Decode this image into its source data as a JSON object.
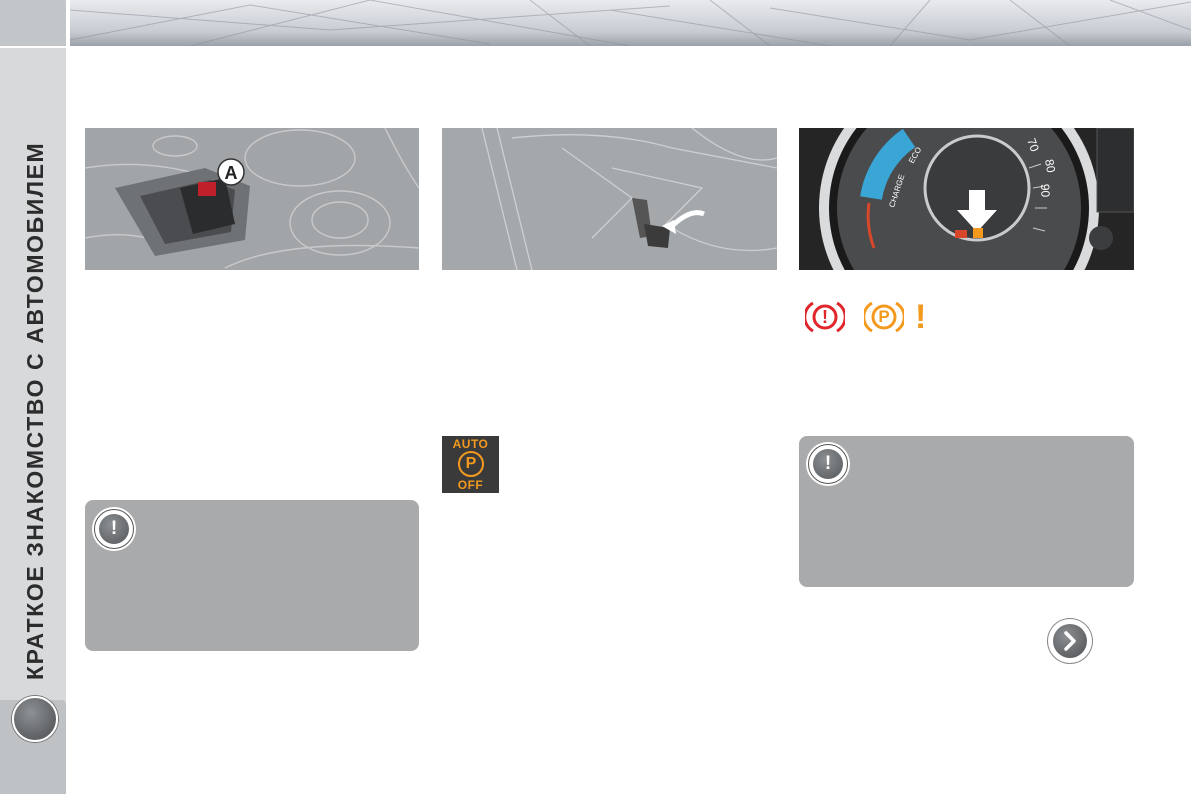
{
  "sidebar": {
    "section_title": "КРАТКОЕ ЗНАКОМСТВО С АВТОМОБИЛЕМ"
  },
  "illustrations": {
    "panel1_callout_letter": "A",
    "gauge_labels": {
      "charge": "CHARGE",
      "eco": "ECO",
      "speed_70": "70",
      "speed_80": "80",
      "speed_90": "90"
    }
  },
  "warning_lamps": {
    "brake_symbol": "!",
    "park_symbol": "P",
    "exclamation": "!",
    "brake_color": "#e0262b",
    "park_color": "#f39a1e"
  },
  "auto_park_indicator": {
    "line1": "AUTO",
    "line2": "P",
    "line3": "OFF",
    "color": "#f39a1e"
  },
  "notice_boxes": {
    "icon_glyph": "!"
  },
  "icons": [
    "warning-notice-icon",
    "next-page-arrow-icon",
    "page-dot-icon"
  ]
}
